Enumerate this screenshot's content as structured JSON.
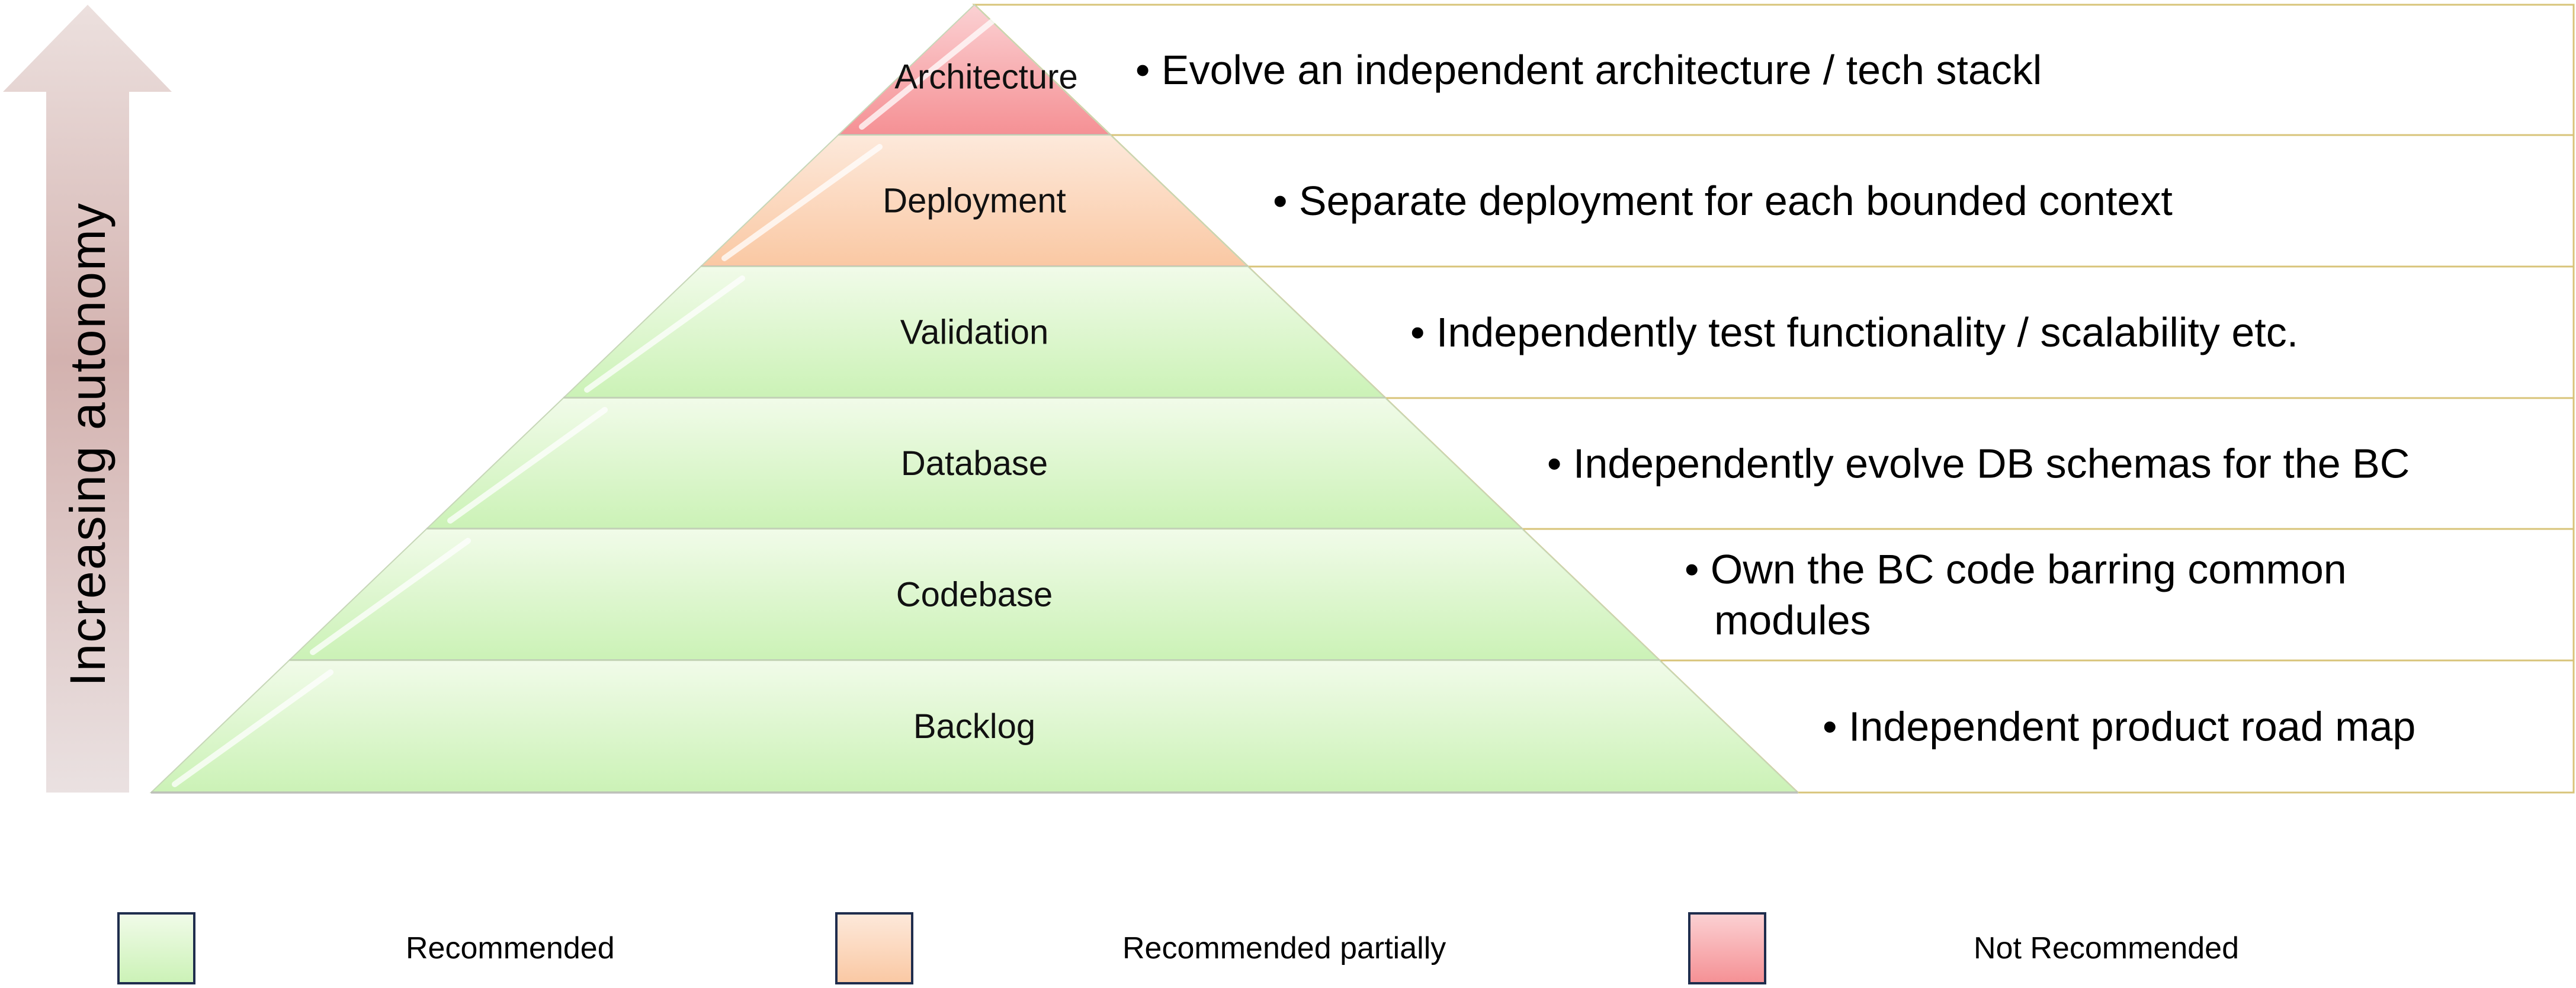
{
  "axis": {
    "label": "Increasing autonomy"
  },
  "levels": [
    {
      "label": "Architecture",
      "description": [
        "• Evolve an independent architecture / tech stackl"
      ],
      "status": "not-recommended"
    },
    {
      "label": "Deployment",
      "description": [
        "• Separate deployment for each bounded context"
      ],
      "status": "partial"
    },
    {
      "label": "Validation",
      "description": [
        "• Independently test functionality / scalability etc."
      ],
      "status": "recommended"
    },
    {
      "label": "Database",
      "description": [
        "• Independently evolve DB schemas for the BC"
      ],
      "status": "recommended"
    },
    {
      "label": "Codebase",
      "description": [
        "• Own the BC code barring common",
        "modules"
      ],
      "status": "recommended"
    },
    {
      "label": "Backlog",
      "description": [
        "• Independent product road map"
      ],
      "status": "recommended"
    }
  ],
  "legend": [
    {
      "key": "recommended",
      "label": "Recommended"
    },
    {
      "key": "partial",
      "label": "Recommended partially"
    },
    {
      "key": "not-recommended",
      "label": "Not Recommended"
    }
  ],
  "colors": {
    "recommended": "#d8f5c9",
    "partial": "#fcd9bf",
    "not-recommended": "#f7a3a6",
    "row_border": "#d8c47a",
    "legend_border": "#1f2d4d"
  }
}
